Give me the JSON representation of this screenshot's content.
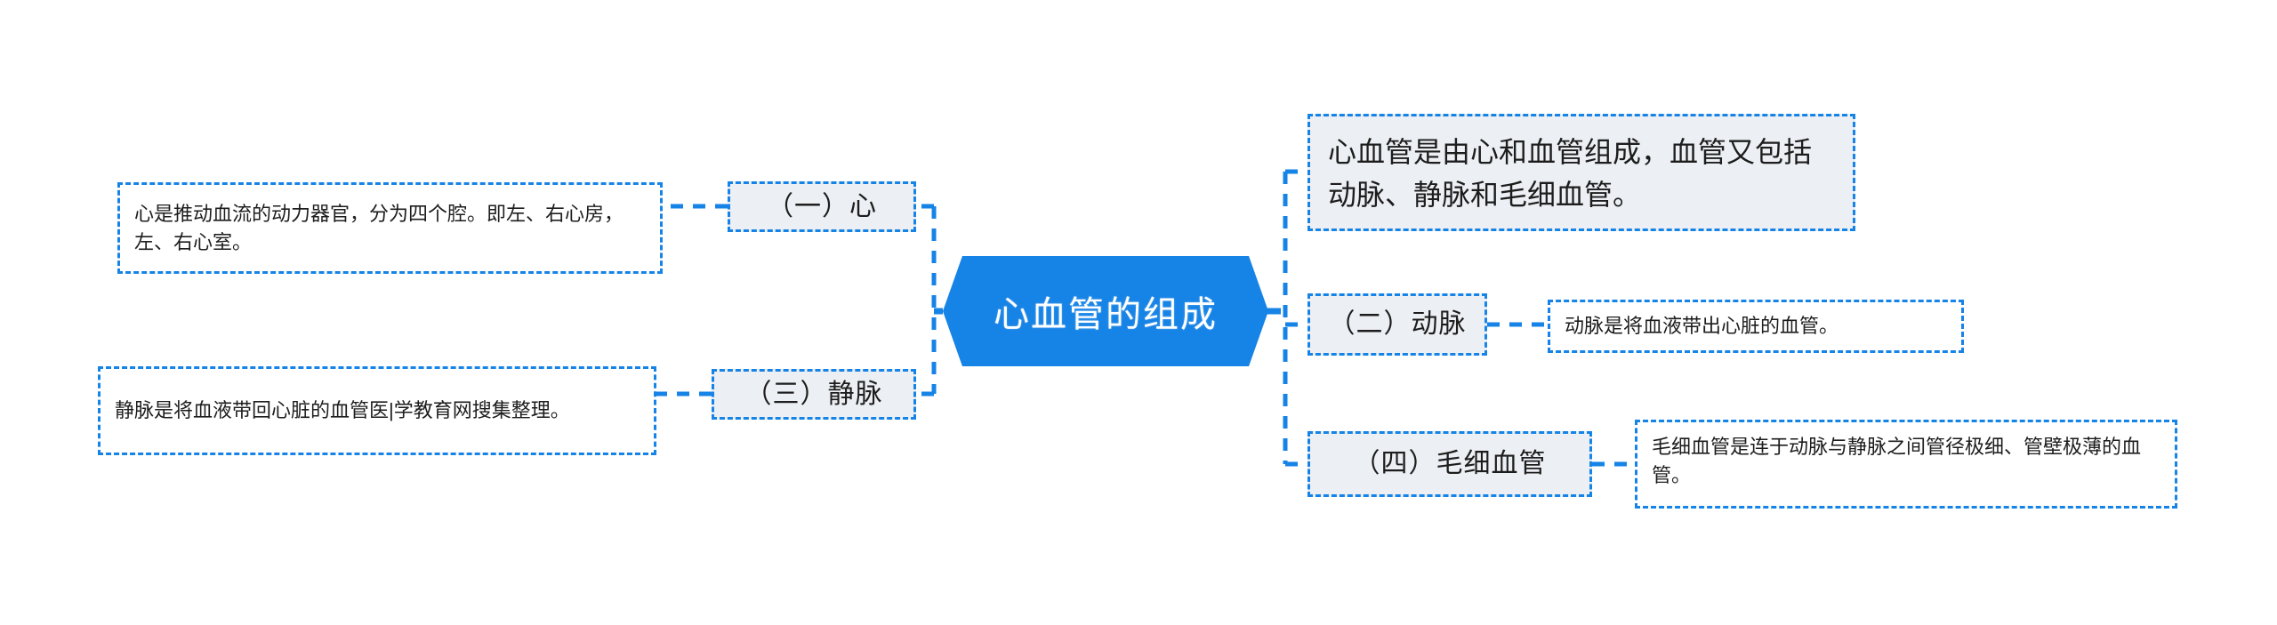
{
  "theme": {
    "accent": "#1683e6",
    "node_fill": "#eceff3",
    "note_fill": "#ffffff",
    "text": "#1d1d1d",
    "background": "#ffffff"
  },
  "mindmap": {
    "root": {
      "label": "心血管的组成",
      "shape": "hexagon"
    },
    "left_branches": [
      {
        "id": "heart",
        "topic": "（一）心",
        "note": "心是推动血流的动力器官，分为四个腔。即左、右心房，左、右心室。"
      },
      {
        "id": "vein",
        "topic": "（三）静脉",
        "note": "静脉是将血液带回心脏的血管医|学教育网搜集整理。"
      }
    ],
    "right_branches": [
      {
        "id": "summary",
        "topic": "",
        "note": "心血管是由心和血管组成，血管又包括动脉、静脉和毛细血管。"
      },
      {
        "id": "artery",
        "topic": "（二）动脉",
        "note": "动脉是将血液带出心脏的血管。"
      },
      {
        "id": "capillary",
        "topic": "（四）毛细血管",
        "note": "毛细血管是连于动脉与静脉之间管径极细、管壁极薄的血管。"
      }
    ]
  }
}
